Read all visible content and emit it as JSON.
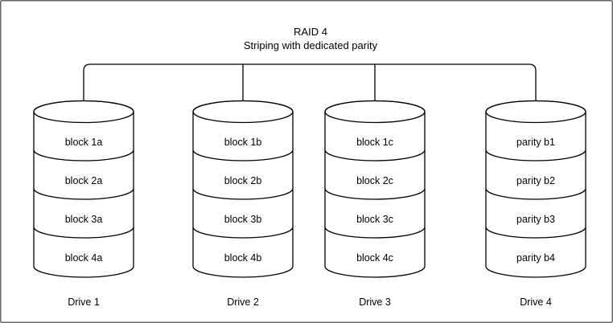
{
  "title": "RAID 4",
  "subtitle": "Striping with dedicated parity",
  "drives": [
    {
      "label": "Drive 1",
      "blocks": [
        "block 1a",
        "block 2a",
        "block 3a",
        "block 4a"
      ]
    },
    {
      "label": "Drive 2",
      "blocks": [
        "block 1b",
        "block 2b",
        "block 3b",
        "block 4b"
      ]
    },
    {
      "label": "Drive 3",
      "blocks": [
        "block 1c",
        "block 2c",
        "block 3c",
        "block 4c"
      ]
    },
    {
      "label": "Drive 4",
      "blocks": [
        "parity b1",
        "parity b2",
        "parity b3",
        "parity b4"
      ]
    }
  ],
  "colors": {
    "line": "#000000",
    "background": "#ffffff",
    "border": "#666666"
  }
}
